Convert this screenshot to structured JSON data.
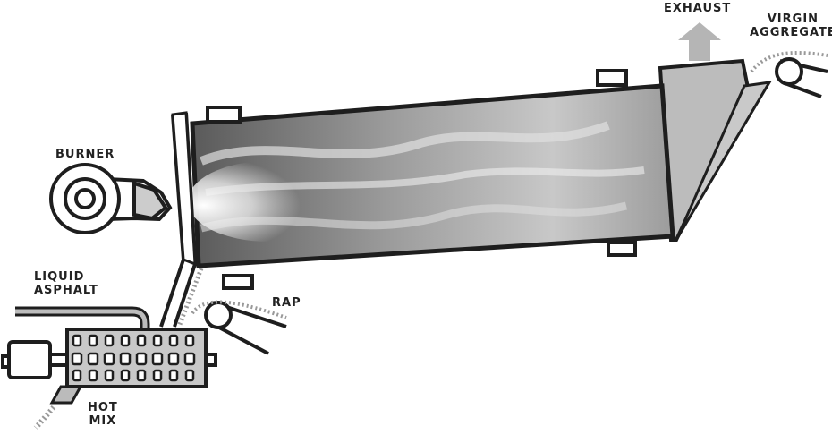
{
  "labels": {
    "exhaust": "EXHAUST",
    "virgin_aggregate": "VIRGIN\nAGGREGATE",
    "burner": "BURNER",
    "liquid_asphalt": "LIQUID\nASPHALT",
    "rap": "RAP",
    "hot_mix": "HOT\nMIX"
  },
  "colors": {
    "outline": "#1e1e1e",
    "drum_dark": "#6a6a6a",
    "drum_light": "#d8d8d8",
    "flame": "#f4f4f4",
    "fill": "#bdbdbd"
  }
}
